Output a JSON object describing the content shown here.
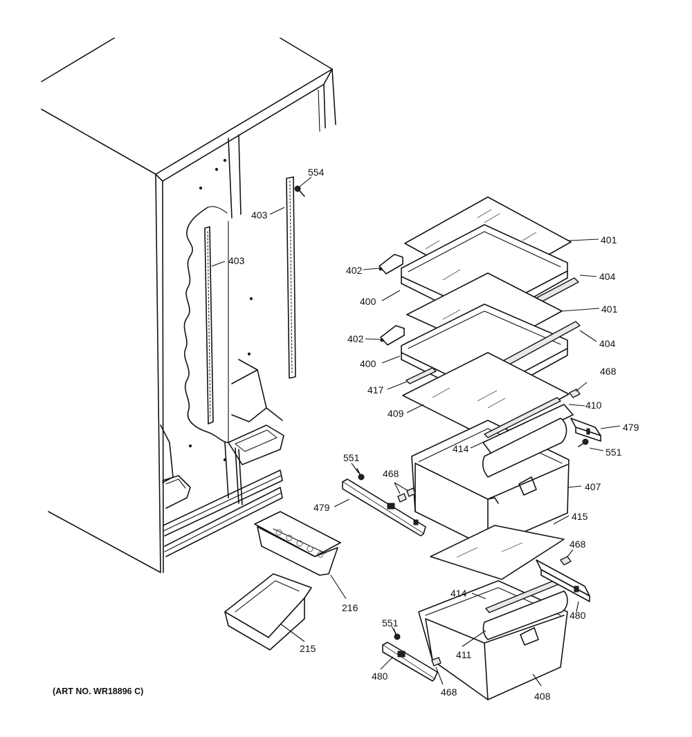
{
  "art_number": "(ART NO. WR18896 C)",
  "callouts": [
    {
      "id": "c554",
      "label": "554"
    },
    {
      "id": "c403a",
      "label": "403"
    },
    {
      "id": "c403b",
      "label": "403"
    },
    {
      "id": "c401a",
      "label": "401"
    },
    {
      "id": "c402a",
      "label": "402"
    },
    {
      "id": "c404a",
      "label": "404"
    },
    {
      "id": "c400a",
      "label": "400"
    },
    {
      "id": "c401b",
      "label": "401"
    },
    {
      "id": "c402b",
      "label": "402"
    },
    {
      "id": "c404b",
      "label": "404"
    },
    {
      "id": "c400b",
      "label": "400"
    },
    {
      "id": "c468a",
      "label": "468"
    },
    {
      "id": "c417",
      "label": "417"
    },
    {
      "id": "c410",
      "label": "410"
    },
    {
      "id": "c409",
      "label": "409"
    },
    {
      "id": "c479a",
      "label": "479"
    },
    {
      "id": "c414a",
      "label": "414"
    },
    {
      "id": "c551a",
      "label": "551"
    },
    {
      "id": "c551b",
      "label": "551"
    },
    {
      "id": "c468b",
      "label": "468"
    },
    {
      "id": "c407",
      "label": "407"
    },
    {
      "id": "c479b",
      "label": "479"
    },
    {
      "id": "c415",
      "label": "415"
    },
    {
      "id": "c468c",
      "label": "468"
    },
    {
      "id": "c216",
      "label": "216"
    },
    {
      "id": "c414b",
      "label": "414"
    },
    {
      "id": "c480a",
      "label": "480"
    },
    {
      "id": "c551c",
      "label": "551"
    },
    {
      "id": "c411",
      "label": "411"
    },
    {
      "id": "c215",
      "label": "215"
    },
    {
      "id": "c480b",
      "label": "480"
    },
    {
      "id": "c468d",
      "label": "468"
    },
    {
      "id": "c408",
      "label": "408"
    }
  ]
}
